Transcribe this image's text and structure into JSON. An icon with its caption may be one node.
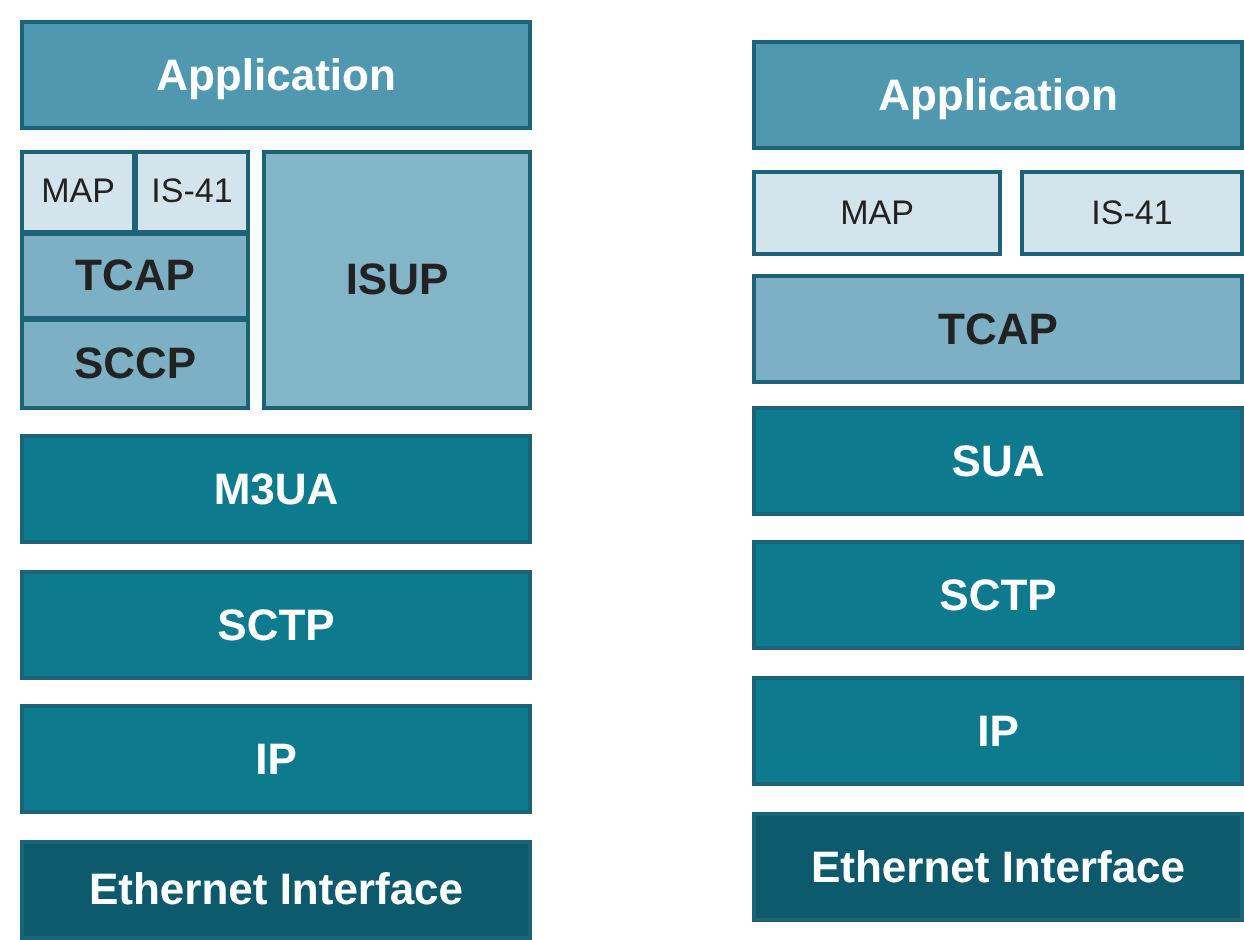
{
  "diagram": {
    "nodes": [
      {
        "text": [
          "Application"
        ]
      },
      {
        "text": [
          "MAP"
        ]
      },
      {
        "text": [
          "IS-41"
        ]
      },
      {
        "text": [
          "TCAP"
        ]
      },
      {
        "text": [
          "SCCP"
        ]
      },
      {
        "text": [
          "ISUP"
        ]
      },
      {
        "text": [
          "M3UA"
        ]
      },
      {
        "text": [
          "SCTP"
        ]
      },
      {
        "text": [
          "IP"
        ]
      },
      {
        "text": [
          "Ethernet Interface"
        ]
      },
      {
        "text": [
          "Application"
        ]
      },
      {
        "text": [
          "MAP"
        ]
      },
      {
        "text": [
          "IS-41"
        ]
      },
      {
        "text": [
          "TCAP"
        ]
      },
      {
        "text": [
          "SUA"
        ]
      },
      {
        "text": [
          "SCTP"
        ]
      },
      {
        "text": [
          "IP"
        ]
      },
      {
        "text": [
          "Ethernet Interface"
        ]
      }
    ]
  }
}
